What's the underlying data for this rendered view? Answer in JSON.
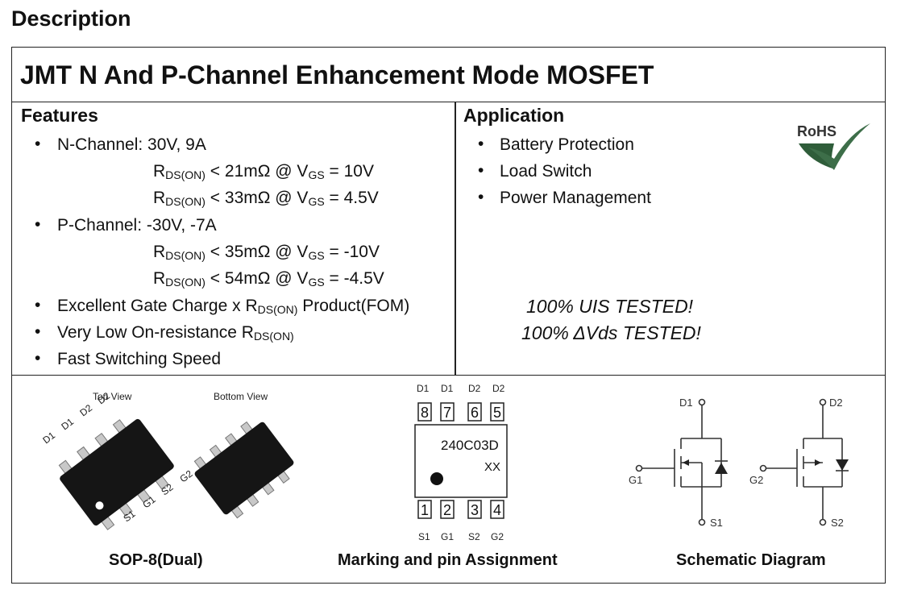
{
  "heading": "Description",
  "title": "JMT N And P-Channel Enhancement Mode MOSFET",
  "features": {
    "heading": "Features",
    "n_channel": "N-Channel: 30V, 9A",
    "n_spec1": {
      "r": "R",
      "r_sub": "DS(ON)",
      "mid": " < 21mΩ @ V",
      "v_sub": "GS",
      "end": " = 10V"
    },
    "n_spec2": {
      "r": "R",
      "r_sub": "DS(ON)",
      "mid": " < 33mΩ @ V",
      "v_sub": "GS",
      "end": " = 4.5V"
    },
    "p_channel": "P-Channel: -30V, -7A",
    "p_spec1": {
      "r": "R",
      "r_sub": "DS(ON)",
      "mid": " < 35mΩ @ V",
      "v_sub": "GS",
      "end": " = -10V"
    },
    "p_spec2": {
      "r": "R",
      "r_sub": "DS(ON)",
      "mid": " < 54mΩ @ V",
      "v_sub": "GS",
      "end": " = -4.5V"
    },
    "fom": {
      "pre": "Excellent Gate Charge x R",
      "sub": "DS(ON)",
      "post": " Product(FOM)"
    },
    "low_r": {
      "pre": "Very Low On-resistance R",
      "sub": "DS(ON)"
    },
    "fast": "Fast Switching Speed"
  },
  "application": {
    "heading": "Application",
    "items": [
      "Battery Protection",
      "Load Switch",
      "Power Management"
    ],
    "rohs": "RoHS",
    "tested1": "100% UIS TESTED!",
    "tested2": "100% ΔVds TESTED!"
  },
  "package": {
    "top_view": "Top View",
    "bottom_view": "Bottom View",
    "top_pins": [
      "D1",
      "D1",
      "D2",
      "D2"
    ],
    "bottom_pins": [
      "S1",
      "G1",
      "S2",
      "G2"
    ],
    "caption": "SOP-8(Dual)"
  },
  "marking": {
    "top_labels": [
      "D1",
      "D1",
      "D2",
      "D2"
    ],
    "top_numbers": [
      "8",
      "7",
      "6",
      "5"
    ],
    "code": "240C03D",
    "lot": "XX",
    "bottom_numbers": [
      "1",
      "2",
      "3",
      "4"
    ],
    "bottom_labels": [
      "S1",
      "G1",
      "S2",
      "G2"
    ],
    "caption": "Marking and pin Assignment"
  },
  "schematic": {
    "d1": "D1",
    "g1": "G1",
    "s1": "S1",
    "d2": "D2",
    "g2": "G2",
    "s2": "S2",
    "caption": "Schematic Diagram"
  },
  "colors": {
    "rohs_green": "#2f5d3a",
    "border": "#222222"
  }
}
